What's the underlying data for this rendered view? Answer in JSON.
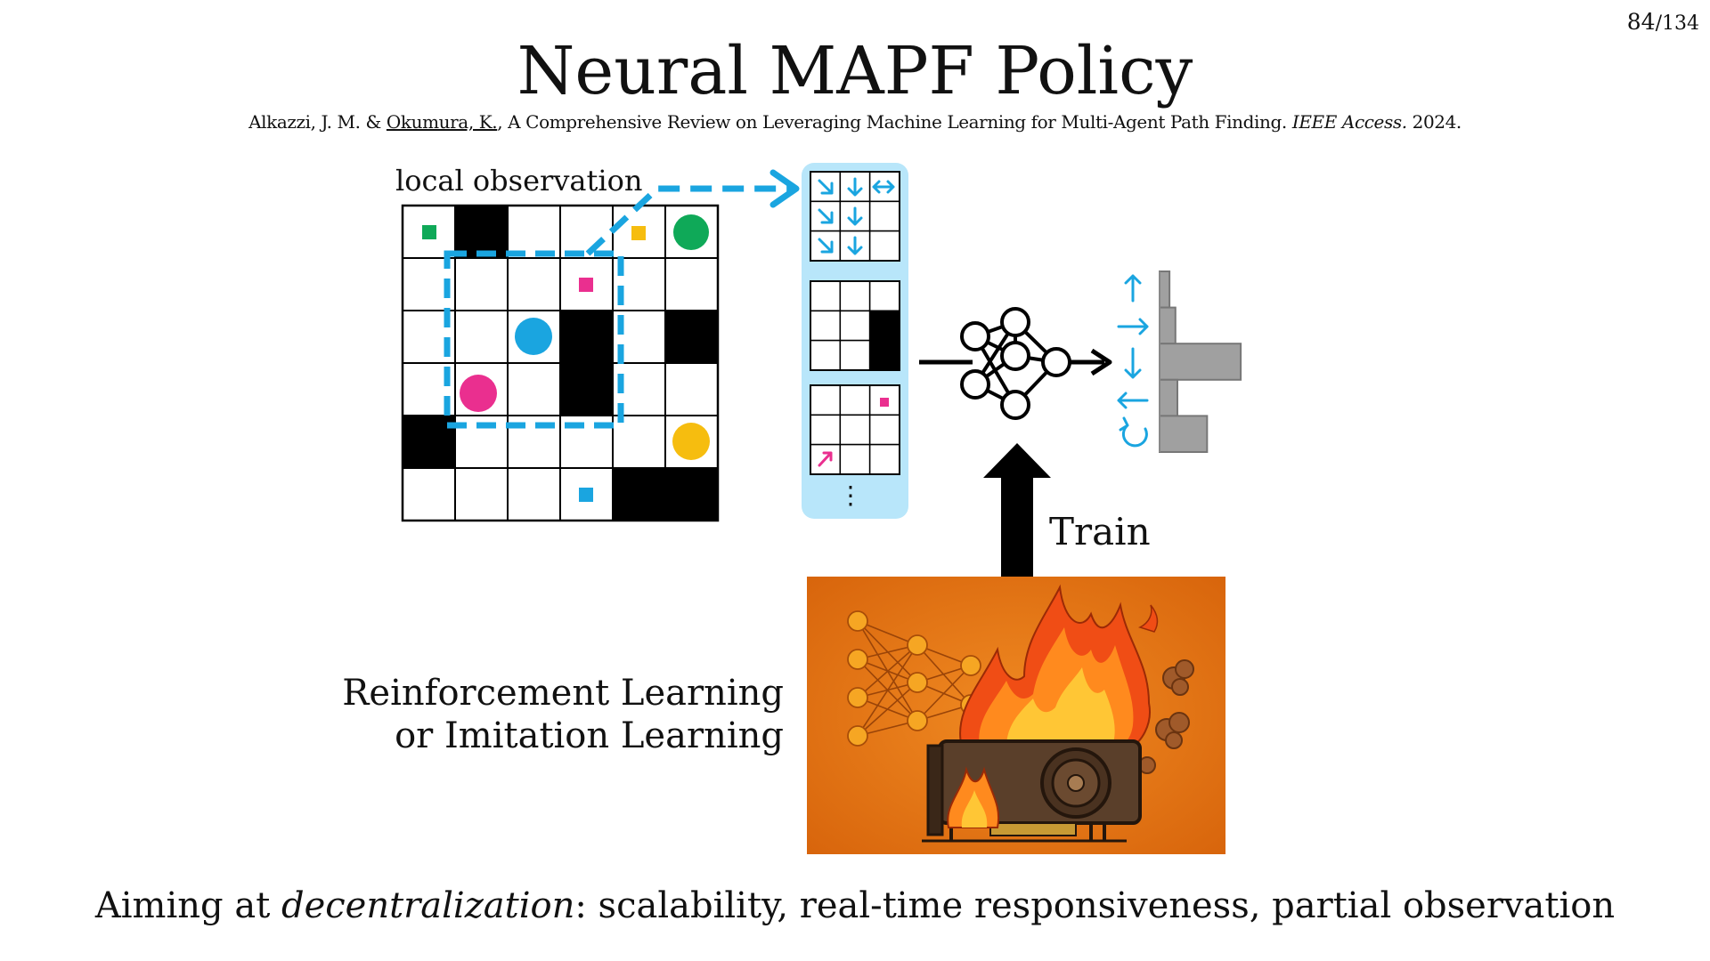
{
  "page": {
    "current": "84",
    "total": "/134"
  },
  "title": "Neural MAPF Policy",
  "citation": {
    "authors_prefix": "Alkazzi, J. M. & ",
    "underlined_author": "Okumura, K.",
    "title_text": ", A Comprehensive Review on Leveraging Machine Learning for Multi-Agent Path Finding. ",
    "venue": "IEEE Access.",
    "year": " 2024."
  },
  "labels": {
    "local_observation": "local observation",
    "train": "Train",
    "learning_line1": "Reinforcement Learning",
    "learning_line2": "or Imitation Learning",
    "vertical_ellipsis": "⋮"
  },
  "bottom_line": {
    "prefix": "Aiming at ",
    "emphasis": "decentralization",
    "suffix": ": scalability, real-time responsiveness, partial observation"
  },
  "colors": {
    "blue": "#1aa5e0",
    "pink": "#ea2f8f",
    "green": "#0fa958",
    "yellow": "#f6bd0f",
    "panel_bg": "#b8e6fa",
    "bar_gray": "#a0a0a0",
    "orange_bg": "#e2720f"
  },
  "actions": [
    "up",
    "right",
    "down",
    "left",
    "stay"
  ],
  "action_probabilities": [
    0.05,
    0.08,
    0.41,
    0.09,
    0.24
  ]
}
